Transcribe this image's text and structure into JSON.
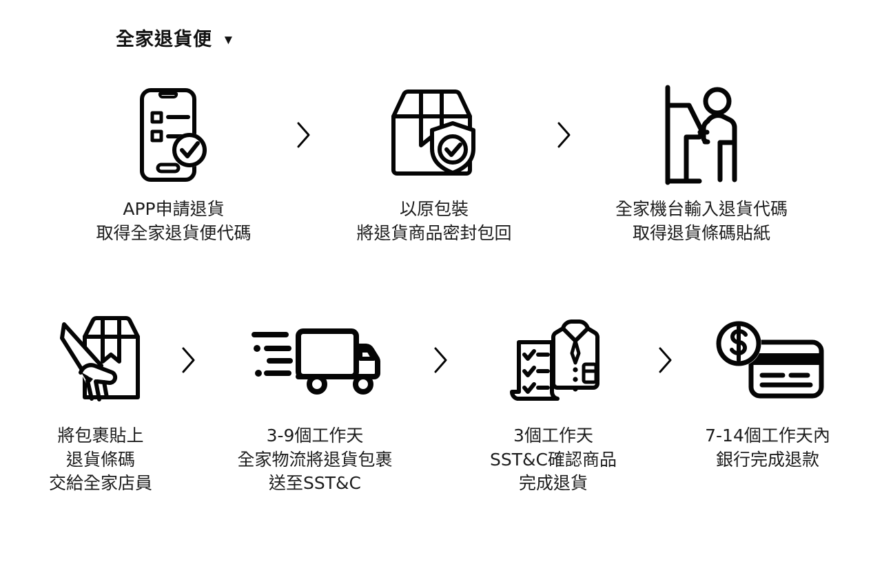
{
  "header": {
    "title": "全家退貨便",
    "caret": "▼",
    "caret_icon": "chevron-down-icon"
  },
  "flow": {
    "separator_icon": "chevron-right-icon",
    "rows": [
      {
        "row_id": "row-1",
        "steps": [
          {
            "index": 1,
            "icon": "phone-checklist-approved-icon",
            "lines": [
              "APP申請退貨",
              "取得全家退貨便代碼"
            ],
            "caption": "APP申請退貨\n取得全家退貨便代碼"
          },
          {
            "index": 2,
            "icon": "sealed-box-shield-check-icon",
            "lines": [
              "以原包裝",
              "將退貨商品密封包回"
            ],
            "caption": "以原包裝\n將退貨商品密封包回"
          },
          {
            "index": 3,
            "icon": "person-at-kiosk-icon",
            "lines": [
              "全家機台輸入退貨代碼",
              "取得退貨條碼貼紙"
            ],
            "caption": "全家機台輸入退貨代碼\n取得退貨條碼貼紙"
          }
        ]
      },
      {
        "row_id": "row-2",
        "steps": [
          {
            "index": 4,
            "icon": "hand-labeling-box-icon",
            "lines": [
              "將包裹貼上",
              "退貨條碼",
              "交給全家店員"
            ],
            "caption": "將包裹貼上\n退貨條碼\n交給全家店員"
          },
          {
            "index": 5,
            "icon": "delivery-truck-icon",
            "lines": [
              "3-9個工作天",
              "全家物流將退貨包裹",
              "送至SST&C"
            ],
            "caption": "3-9個工作天\n全家物流將退貨包裹\n送至SST&C"
          },
          {
            "index": 6,
            "icon": "checklist-shirt-inspection-icon",
            "lines": [
              "3個工作天",
              "SST&C確認商品",
              "完成退貨"
            ],
            "caption": "3個工作天\nSST&C確認商品\n完成退貨"
          },
          {
            "index": 7,
            "icon": "credit-card-refund-icon",
            "lines": [
              "7-14個工作天內",
              "銀行完成退款"
            ],
            "caption": "7-14個工作天內\n銀行完成退款"
          }
        ]
      }
    ]
  },
  "colors": {
    "background": "#ffffff",
    "ink": "#050505",
    "text": "#1c1c1c"
  }
}
